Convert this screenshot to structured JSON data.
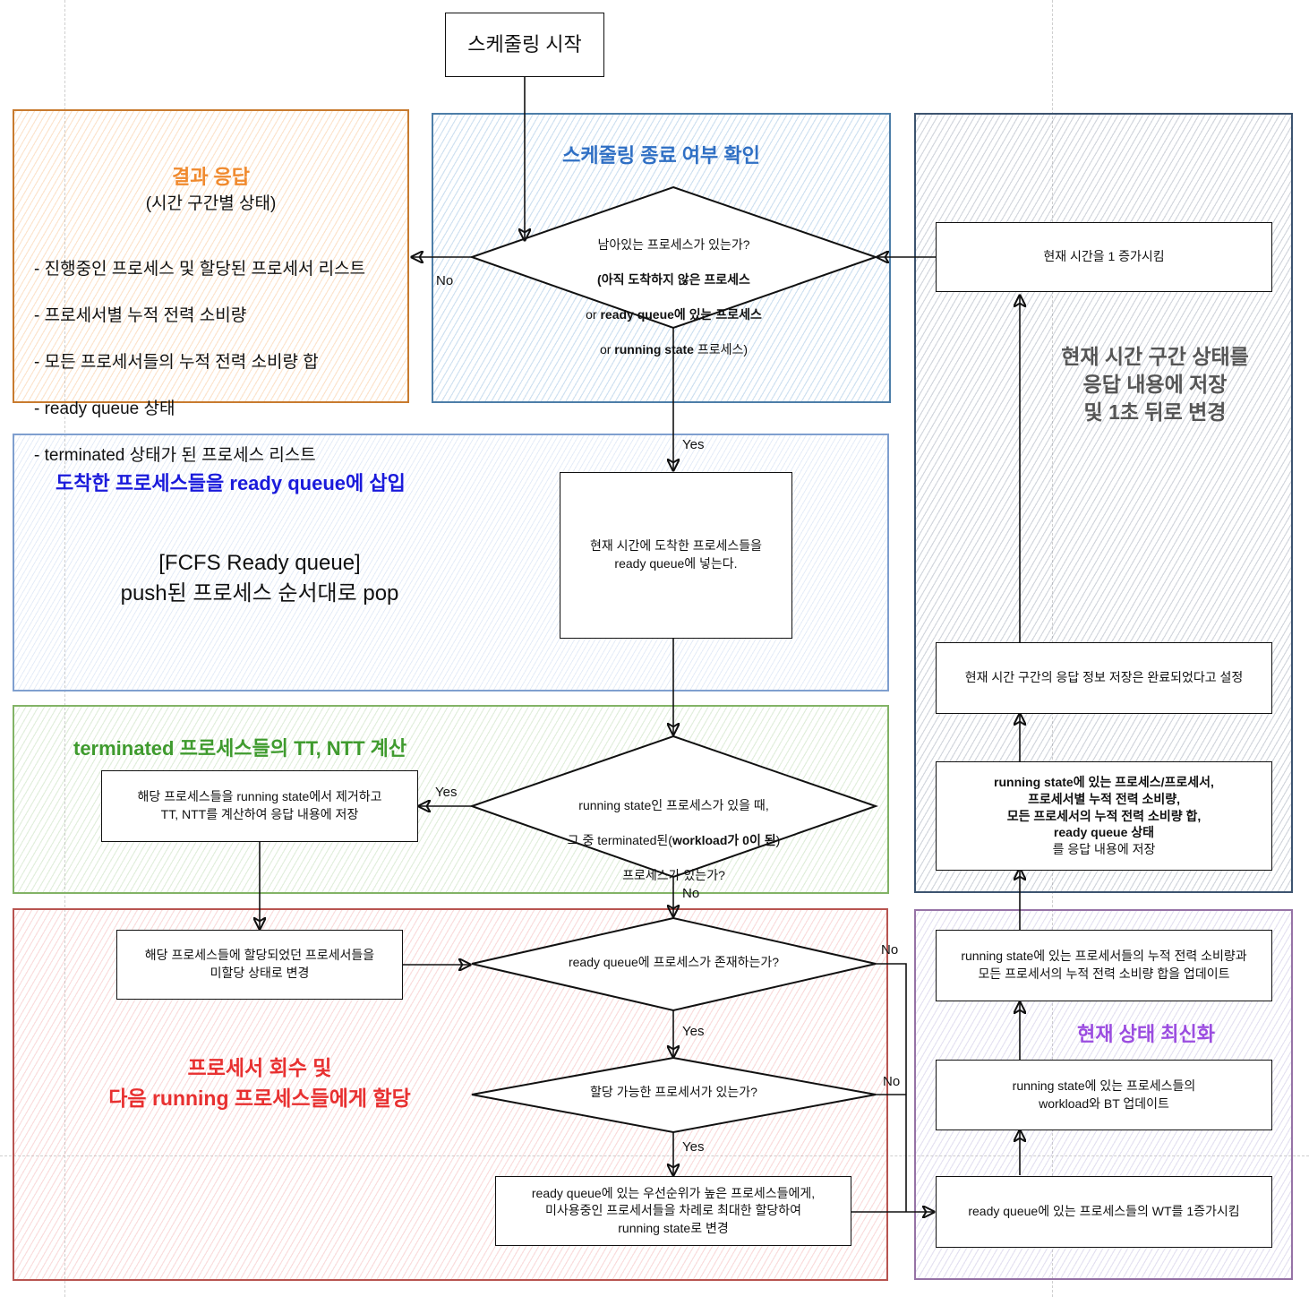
{
  "start": {
    "label": "스케줄링 시작"
  },
  "result_region": {
    "title": "결과 응답",
    "subtitle": "(시간 구간별 상태)",
    "items": [
      "- 진행중인 프로세스 및 할당된 프로세서 리스트",
      "- 프로세서별 누적 전력 소비량",
      "- 모든 프로세서들의 누적 전력 소비량 합",
      "- ready queue 상태",
      "- terminated 상태가 된 프로세스 리스트"
    ],
    "color": "#f08a2e"
  },
  "end_check_region": {
    "title": "스케줄링 종료 여부 확인",
    "color": "#2f6fc4",
    "decision": {
      "line1": "남아있는 프로세스가 있는가?",
      "line2": "(아직 도착하지 않은 프로세스",
      "line3_prefix": "or ",
      "line3_bold": "ready queue에 있는 프로세스",
      "line4_prefix": "or ",
      "line4_bold": "running state",
      "line4_suffix": " 프로세스)"
    },
    "no_label": "No",
    "yes_label": "Yes"
  },
  "time_region": {
    "title": "현재 시간 구간 상태를\n응답 내용에 저장\n및 1초 뒤로 변경",
    "color": "#555555",
    "increment_box": "현재 시간을 1 증가시킴",
    "complete_box": "현재 시간 구간의 응답 정보 저장은 완료되었다고 설정",
    "save_box": {
      "bold_lines": [
        "running state에 있는 프로세스/프로세서,",
        "프로세서별 누적 전력 소비량,",
        "모든 프로세서의 누적 전력 소비량 합,",
        "ready queue 상태"
      ],
      "tail": "를 응답 내용에 저장"
    }
  },
  "arrival_region": {
    "title": "도착한 프로세스들을 ready queue에 삽입",
    "color": "#1a1adb",
    "note": "[FCFS Ready queue]\npush된 프로세스 순서대로 pop",
    "box": "현재 시간에 도착한 프로세스들을\nready queue에 넣는다."
  },
  "terminated_region": {
    "title": "terminated 프로세스들의 TT, NTT 계산",
    "color": "#3f9b2e",
    "decision": {
      "line1": "running state인 프로세스가 있을 때,",
      "line2_prefix": "그 중 terminated된(",
      "line2_bold": "workload가 0이 된",
      "line2_suffix": ")",
      "line3": "프로세스가 있는가?"
    },
    "box": "해당 프로세스들을 running state에서 제거하고\nTT, NTT를 계산하여 응답 내용에 저장",
    "yes_label": "Yes",
    "no_label": "No"
  },
  "assign_region": {
    "title": "프로세서 회수 및\n다음 running 프로세스들에게 할당",
    "color": "#e83030",
    "release_box": "해당 프로세스들에 할당되었던 프로세서들을\n미할당 상태로 변경",
    "decision_queue": "ready queue에 프로세스가 존재하는가?",
    "decision_processor": "할당 가능한 프로세서가 있는가?",
    "assign_box": "ready queue에 있는 우선순위가 높은 프로세스들에게,\n미사용중인 프로세서들을 차례로 최대한 할당하여\nrunning state로 변경",
    "yes_label_1": "Yes",
    "yes_label_2": "Yes",
    "no_label_1": "No",
    "no_label_2": "No"
  },
  "update_region": {
    "title": "현재 상태 최신화",
    "color": "#9b4de0",
    "wt_box": "ready queue에 있는 프로세스들의 WT를 1증가시킴",
    "workload_box": "running state에 있는 프로세스들의\nworkload와 BT 업데이트",
    "power_box": "running state에 있는 프로세서들의 누적 전력 소비량과\n모든 프로세서의 누적 전력 소비량 합을 업데이트"
  }
}
